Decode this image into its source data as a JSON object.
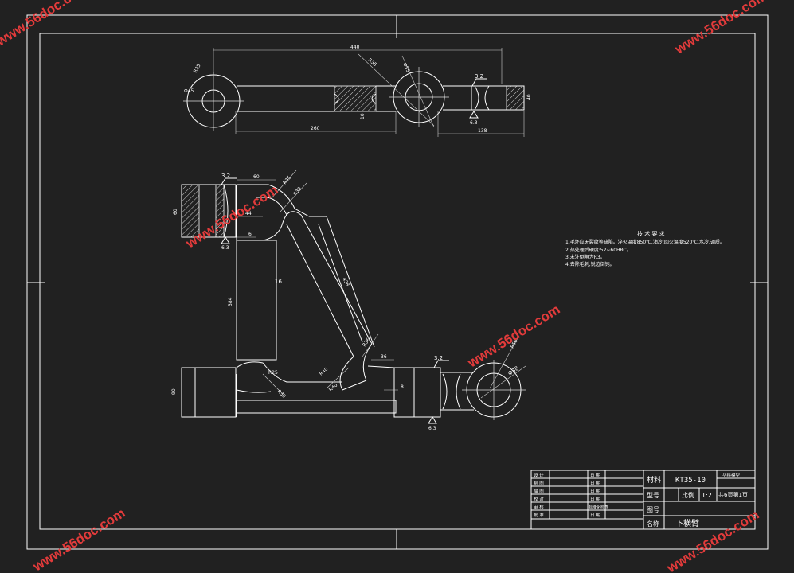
{
  "watermark": {
    "text": "www.56doc.com"
  },
  "top_view": {
    "dims": [
      "440",
      "R35",
      "Φ55",
      "Φ45",
      "R25",
      "260",
      "10",
      "138",
      "40"
    ],
    "roughness": [
      "3.2",
      "6.3"
    ]
  },
  "main_view": {
    "dims": [
      "60",
      "R35",
      "R30",
      "60",
      "44",
      "6",
      "16",
      "384",
      "438",
      "36",
      "R40",
      "R25",
      "R30",
      "R40",
      "R36",
      "8",
      "90",
      "Φ38",
      "R50"
    ],
    "roughness": [
      "3.2",
      "6.3",
      "3.2",
      "6.3"
    ]
  },
  "tech": {
    "title": "技 术 要 求",
    "lines": [
      "1.毛坯应无裂纹等缺陷。淬火温度850℃,油冷;回火温度520℃,水冷,调质。",
      "2.热处理后硬度:52~60HRC。",
      "3.未注倒角为R3。",
      "4.去除毛刺,锐边倒钝。"
    ]
  },
  "title_block": {
    "left_labels": [
      "设 计",
      "制 图",
      "描 图",
      "校 对",
      "审 核",
      "批 准"
    ],
    "mid_labels": [
      "日 期",
      "日 期",
      "日 期",
      "日 期",
      "标准化检查",
      "日 期"
    ],
    "material_label": "材料",
    "material": "KT35-10",
    "unit_label": "华科模型",
    "sheet_count": "共6页第1页",
    "part_label": "型号",
    "scale_label": "比例",
    "scale": "1:2",
    "drawing_no_label": "图号",
    "name_label": "名称",
    "name": "下横臂"
  }
}
